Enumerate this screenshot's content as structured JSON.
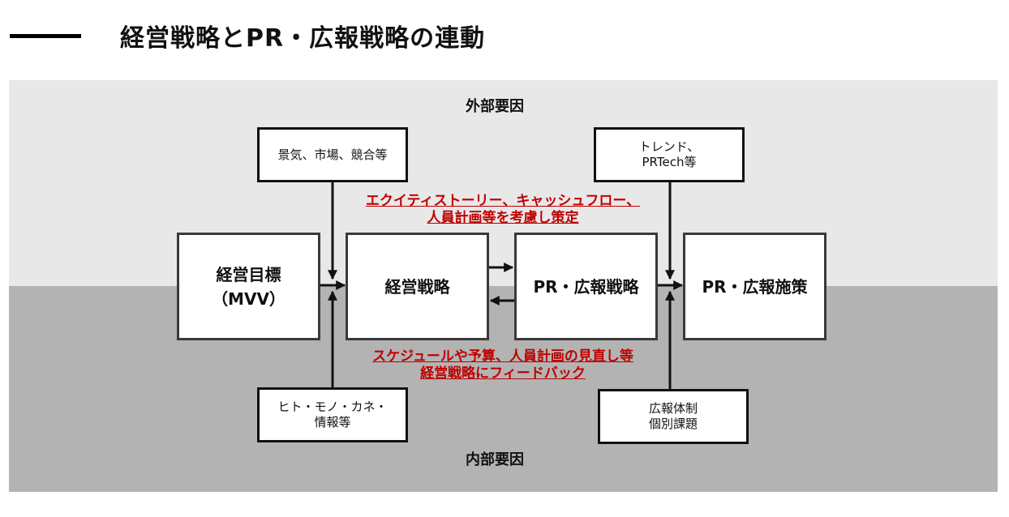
{
  "title": "経営戦略とPR・広報戦略の連動",
  "zones": {
    "external": "外部要因",
    "internal": "内部要因"
  },
  "boxes": {
    "mvv": {
      "line1": "経営目標",
      "line2": "（MVV）"
    },
    "strategy": "経営戦略",
    "pr_strategy": "PR・広報戦略",
    "pr_measures": "PR・広報施策"
  },
  "factors": {
    "economy": "景気、市場、競合等",
    "trend": {
      "line1": "トレンド、",
      "line2": "PRTech等"
    },
    "resources": {
      "line1": "ヒト・モノ・カネ・",
      "line2": "情報等"
    },
    "pr_structure": {
      "line1": "広報体制",
      "line2": "個別課題"
    }
  },
  "notes": {
    "top": {
      "line1": "エクイティストーリー、キャッシュフロー、",
      "line2": "人員計画等を考慮し策定"
    },
    "bottom": {
      "line1": "スケジュールや予算、人員計画の見直し等",
      "line2": "経営戦略にフィードバック"
    }
  },
  "colors": {
    "note_red": "#c00000",
    "external_bg": "#e8e8e8",
    "internal_bg": "#b3b3b3"
  }
}
